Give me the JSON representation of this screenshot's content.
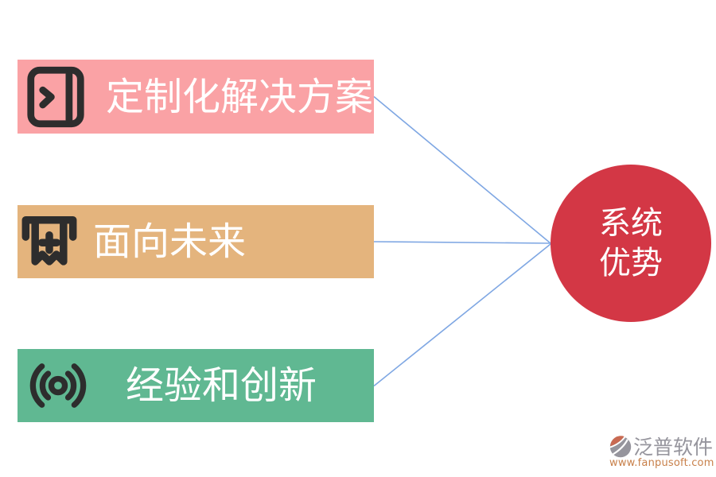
{
  "diagram": {
    "items": [
      {
        "id": "custom-solutions",
        "label": "定制化解决方案",
        "color": "#FAA2A5",
        "icon": "door-panel-icon"
      },
      {
        "id": "future-oriented",
        "label": "面向未来",
        "color": "#E4B47D",
        "icon": "receipt-icon"
      },
      {
        "id": "experience-innovation",
        "label": "经验和创新",
        "color": "#60B892",
        "icon": "broadcast-icon"
      }
    ],
    "center": {
      "label_line1": "系统",
      "label_line2": "优势",
      "color": "#D33745",
      "text_color": "#ffffff"
    },
    "connector_color": "#7FA7E3",
    "icon_color": "#2D2D2D",
    "label_text_color": "#ffffff"
  },
  "watermark": {
    "brand": "泛普软件",
    "url": "www.fanpusoft.com",
    "brand_color": "#96959D",
    "url_color": "#C8804A",
    "logo_accent_color": "#C96A52"
  }
}
